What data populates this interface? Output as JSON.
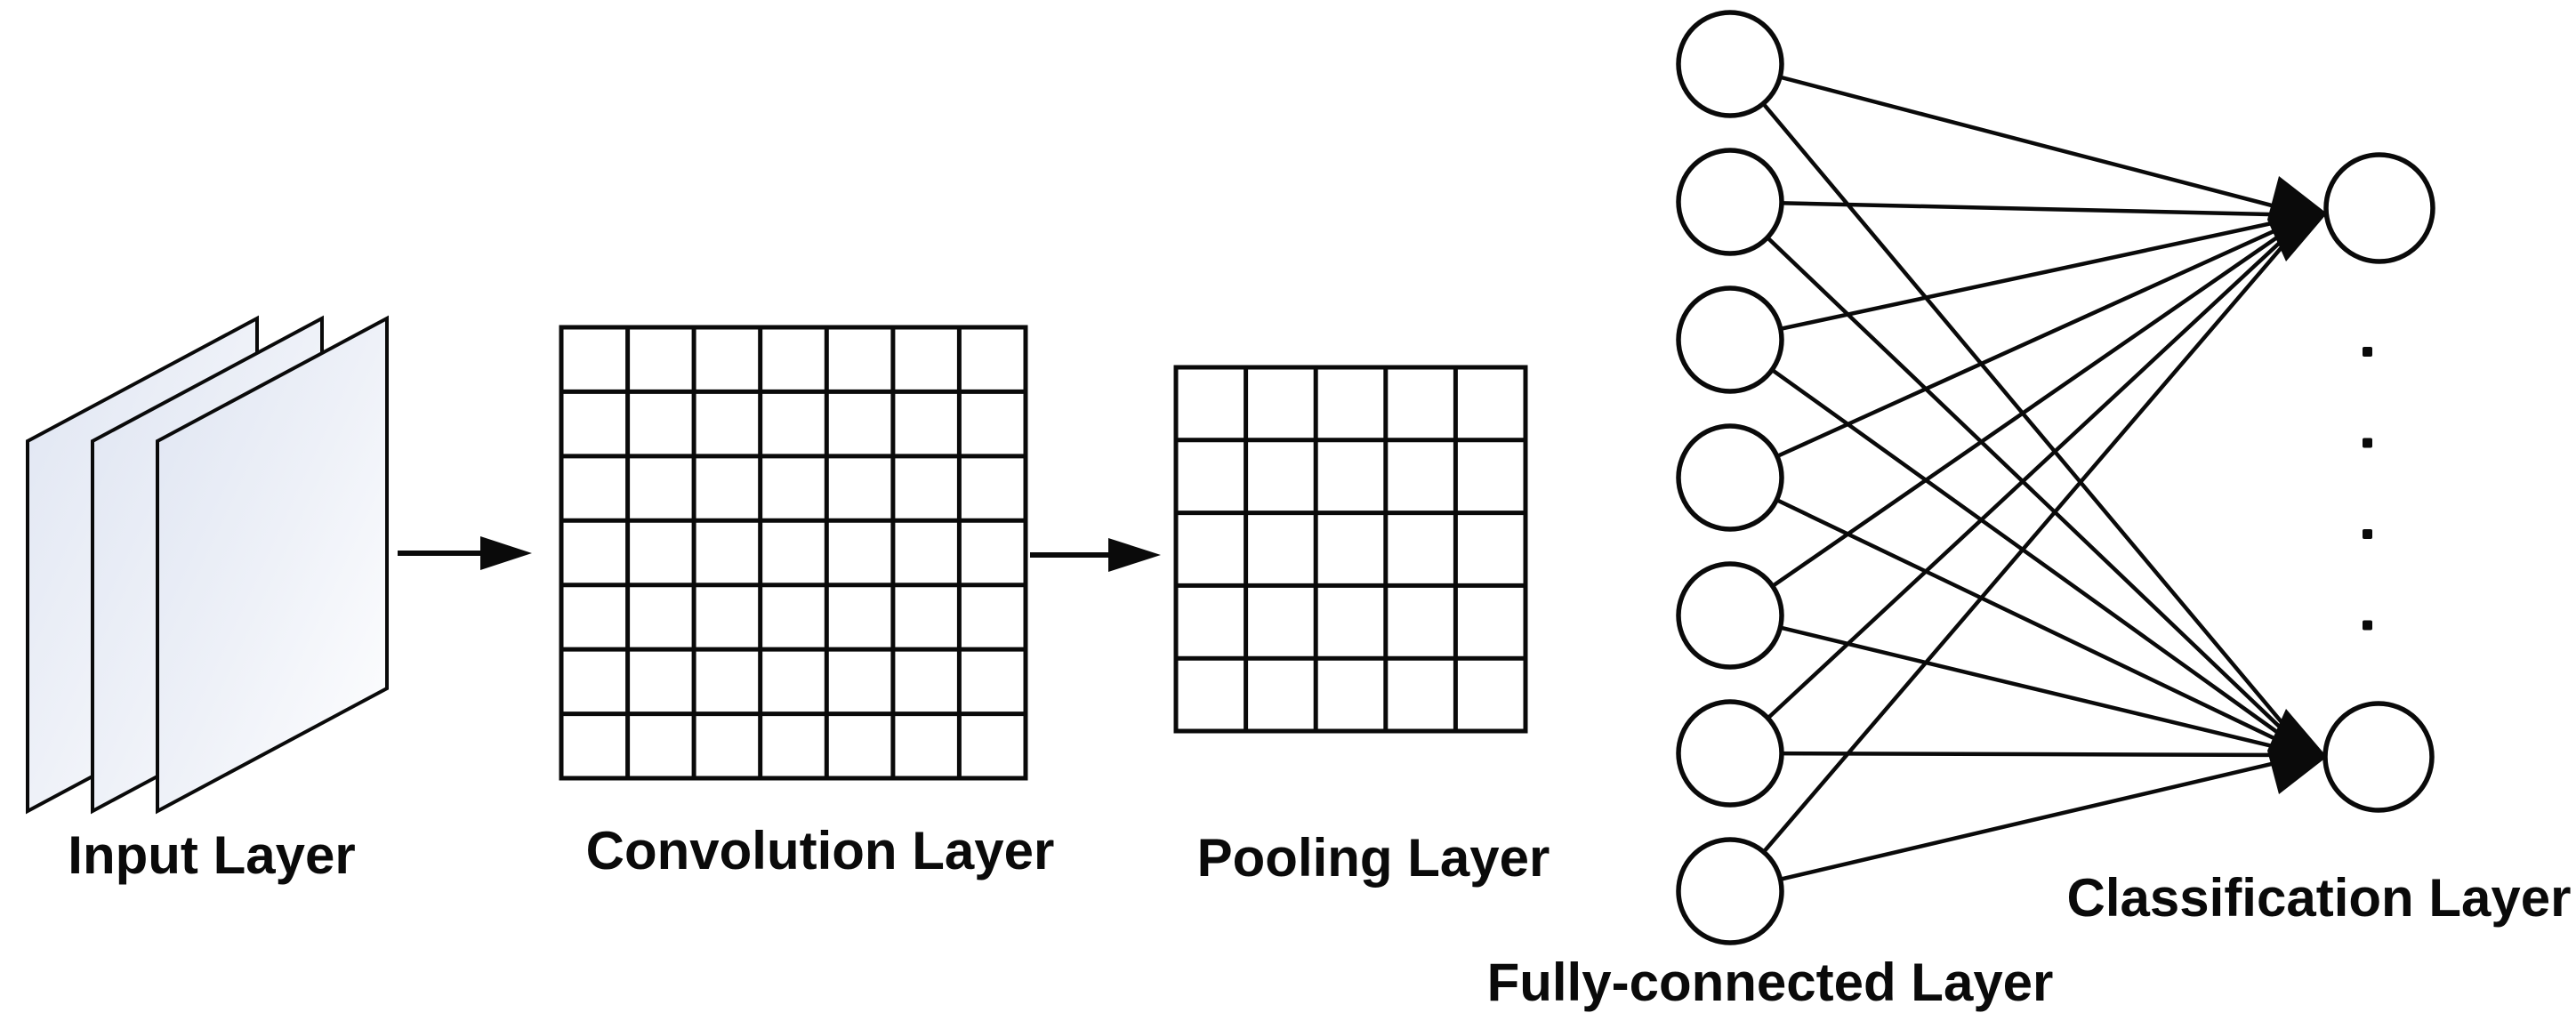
{
  "figure": {
    "background": "#ffffff",
    "ink": "#0a0a0a",
    "sheet_gradient": {
      "from": "#dfe5f2",
      "mid": "#eef1f8",
      "to": "#ffffff"
    },
    "layers": [
      {
        "id": "input",
        "label": "Input Layer",
        "kind": "image-stack",
        "sheet_count": 3
      },
      {
        "id": "convolution",
        "label": "Convolution Layer",
        "kind": "feature-grid",
        "rows": 7,
        "cols": 7
      },
      {
        "id": "pooling",
        "label": "Pooling Layer",
        "kind": "feature-grid",
        "rows": 5,
        "cols": 5
      },
      {
        "id": "fully-connected",
        "label": "Fully-connected Layer",
        "kind": "neuron-column",
        "neuron_count": 7
      },
      {
        "id": "classification",
        "label": "Classification Layer",
        "kind": "neuron-column",
        "neuron_count": 2,
        "ellipsis_dot_count": 4
      }
    ],
    "connections": [
      {
        "from": "input",
        "to": "convolution",
        "style": "arrow"
      },
      {
        "from": "convolution",
        "to": "pooling",
        "style": "arrow"
      },
      {
        "from": "fully-connected",
        "to": "classification",
        "style": "dense-bipartite",
        "edge_count": 14
      }
    ]
  }
}
